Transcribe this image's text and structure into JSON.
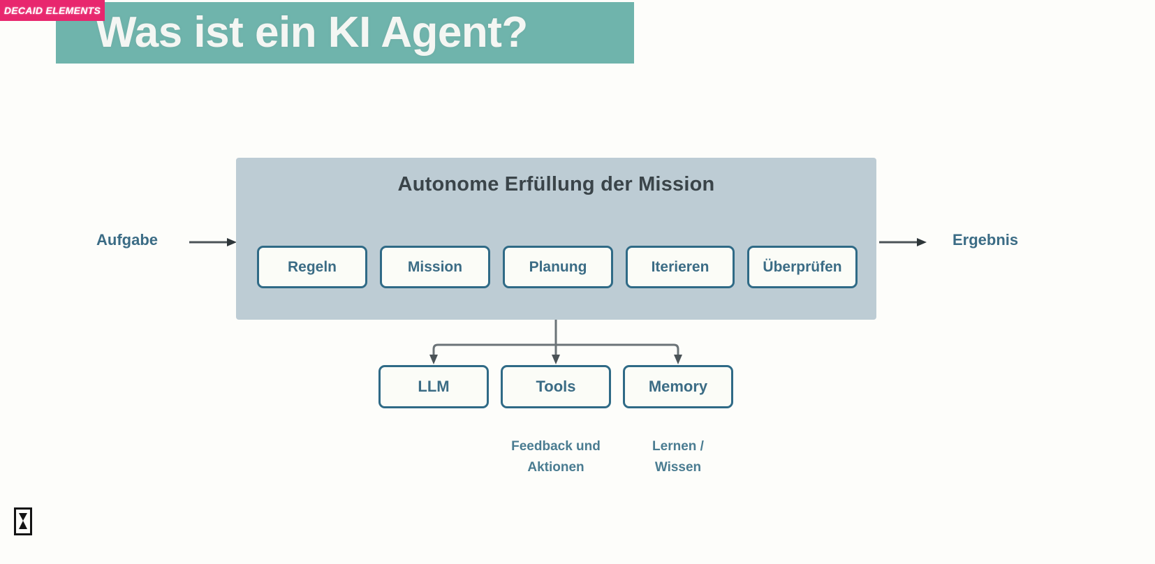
{
  "slide": {
    "title": "Was ist ein KI Agent?",
    "brand_badge": "DECAID ELEMENTS",
    "background_color": "#fdfdfa",
    "banner_color": "#6fb4ac",
    "badge_color": "#e8276e",
    "panel_color": "#bdccd4",
    "box_border_color": "#2f6a86",
    "box_fill_color": "#fbfcf7",
    "label_color": "#3b6c85",
    "heading_color": "#3a4449"
  },
  "diagram": {
    "panel_heading": "Autonome Erfüllung der Mission",
    "input_label": "Aufgabe",
    "output_label": "Ergebnis",
    "capabilities": [
      {
        "label": "Regeln"
      },
      {
        "label": "Mission"
      },
      {
        "label": "Planung"
      },
      {
        "label": "Iterieren"
      },
      {
        "label": "Überprüfen"
      }
    ],
    "resources": [
      {
        "label": "LLM"
      },
      {
        "label": "Tools"
      },
      {
        "label": "Memory"
      }
    ],
    "captions": [
      {
        "line1": "Feedback und",
        "line2": "Aktionen"
      },
      {
        "line1": "Lernen /",
        "line2": "Wissen"
      }
    ]
  },
  "icons": {
    "input_arrow": "arrow-right-icon",
    "output_arrow": "arrow-right-icon",
    "player_glyph": "hourglass-icon"
  }
}
